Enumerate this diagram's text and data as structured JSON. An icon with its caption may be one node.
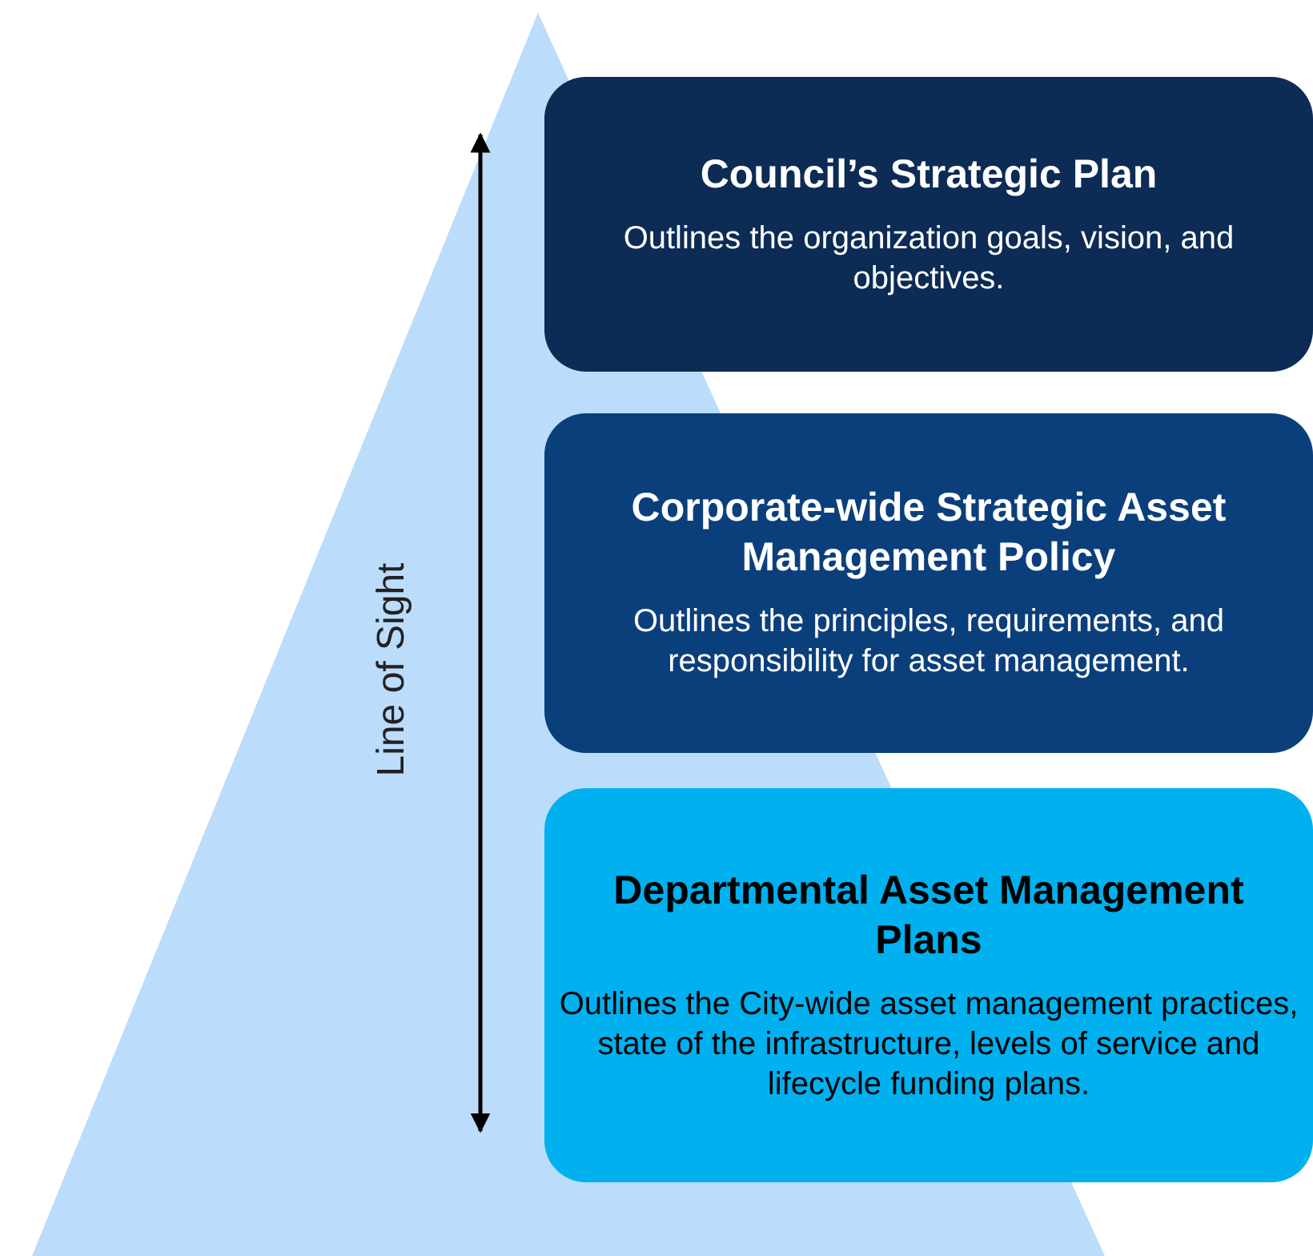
{
  "diagram": {
    "nodes": [
      {
        "text": [
          "Council’s Strategic Plan",
          "Outlines the organization goals, vision, and objectives."
        ]
      },
      {
        "text": [
          "Corporate-wide Strategic Asset Management Policy",
          "Outlines the principles, requirements, and responsibility for asset management."
        ]
      },
      {
        "text": [
          "Departmental Asset Management Plans",
          "Outlines the City-wide asset management practices, state of the infrastructure, levels of service and lifecycle funding plans."
        ]
      }
    ],
    "labels": [
      "Line of Sight"
    ]
  }
}
